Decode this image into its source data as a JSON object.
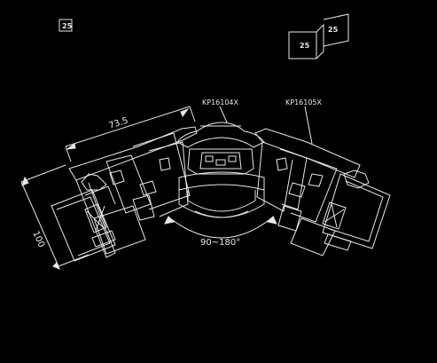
{
  "diagram": {
    "section_tag": "25",
    "key_inset": {
      "left_label": "25",
      "right_label": "25"
    },
    "profile_labels": {
      "left": "KP16104X",
      "right": "KP16105X"
    },
    "dimensions": {
      "length": "73.5",
      "height": "100",
      "angle_range": "90~180°"
    }
  },
  "colors": {
    "background": "#000000",
    "line": "#e8e8e8"
  }
}
